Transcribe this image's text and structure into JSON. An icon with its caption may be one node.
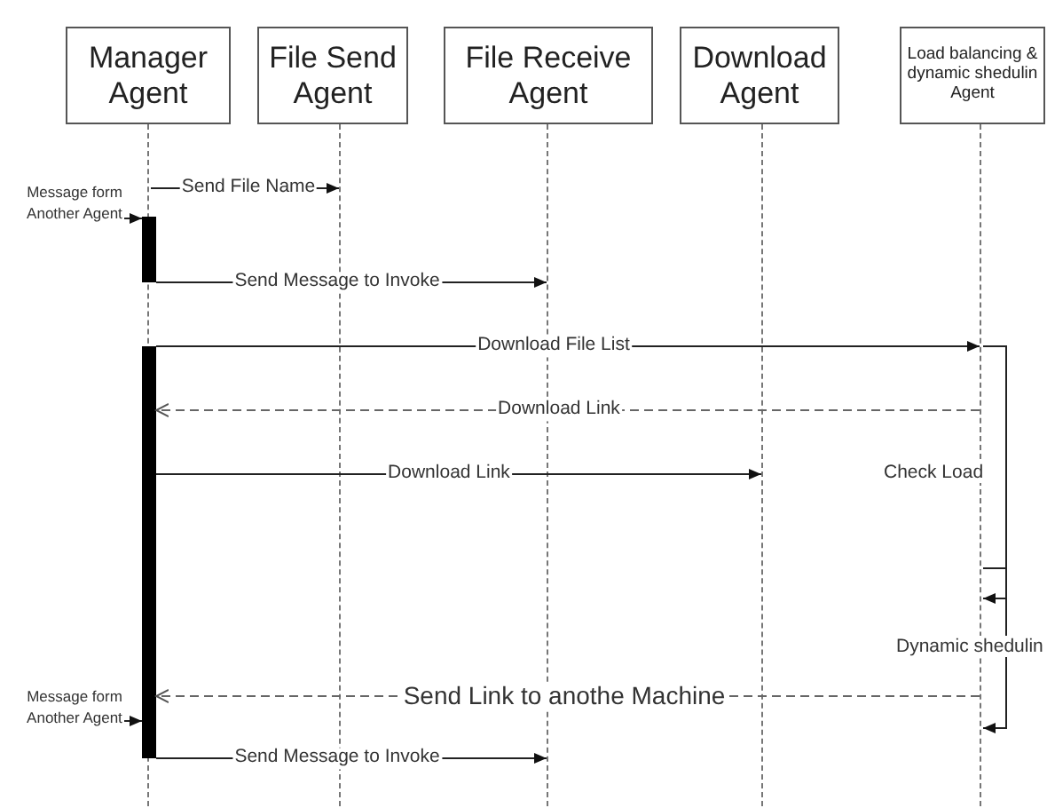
{
  "diagram": {
    "nodes": [
      {
        "text": [
          "Manager Agent"
        ]
      },
      {
        "text": [
          "File Send Agent"
        ]
      },
      {
        "text": [
          "File Receive Agent"
        ]
      },
      {
        "text": [
          "Download Agent"
        ]
      },
      {
        "text": [
          "Load balancing & dynamic shedulin Agent"
        ]
      },
      {
        "text": [],
        "shape": "line"
      },
      {
        "text": [],
        "shape": "line"
      },
      {
        "text": [],
        "shape": "line"
      },
      {
        "text": [],
        "shape": "line"
      },
      {
        "text": [],
        "shape": "line"
      },
      {
        "text": [],
        "shape": "bar"
      },
      {
        "text": [],
        "shape": "bar"
      },
      {
        "text": [
          "Message form Another Agent"
        ]
      },
      {
        "text": [
          "Message form Another Agent"
        ]
      }
    ],
    "edges": [
      {
        "from": 5,
        "to": 6,
        "arrow": "to",
        "label": "Send File Name"
      },
      {
        "from": 12,
        "to": 10,
        "arrow": "to"
      },
      {
        "from": 10,
        "to": 7,
        "arrow": "to",
        "label": "Send Message to Invoke"
      },
      {
        "from": 11,
        "to": 9,
        "arrow": "to",
        "label": "Download File List"
      },
      {
        "from": 9,
        "to": 11,
        "arrow": "to",
        "label": "Download Link",
        "style": "dashed"
      },
      {
        "from": 11,
        "to": 8,
        "arrow": "to",
        "label": "Download Link"
      },
      {
        "from": 9,
        "to": 9,
        "arrow": "to"
      },
      {
        "from": 9,
        "to": 9,
        "arrow": "to"
      },
      {
        "from": 9,
        "to": 11,
        "arrow": "to",
        "label": "Send Link to anothe Machine",
        "style": "dashed"
      },
      {
        "from": 13,
        "to": 11,
        "arrow": "to"
      },
      {
        "from": 11,
        "to": 7,
        "arrow": "to",
        "label": "Send Message to Invoke"
      }
    ],
    "labels": [
      "Check Load",
      "Dynamic shedulin"
    ]
  }
}
